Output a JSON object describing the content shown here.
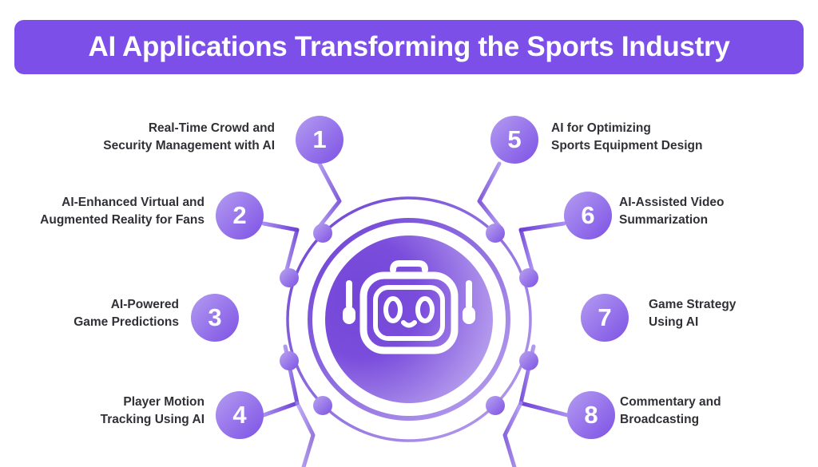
{
  "header": {
    "title": "AI Applications Transforming the Sports Industry",
    "background_color": "#7b4fe8",
    "text_color": "#ffffff"
  },
  "center": {
    "icon": "robot-head-icon",
    "disc_gradient_from": "#6b3fd4",
    "disc_gradient_to": "#bda8ef",
    "ring_color": "#8a66e6",
    "node_count": 8
  },
  "theme": {
    "accent": "#7b4fe8",
    "circle_gradient_from": "#b49cf0",
    "circle_gradient_to": "#7d52e4",
    "label_text_color": "#323036",
    "background": "#ffffff"
  },
  "items": [
    {
      "number": "1",
      "label": "Real-Time Crowd and\nSecurity Management with AI",
      "side": "left"
    },
    {
      "number": "2",
      "label": "AI-Enhanced Virtual and\nAugmented Reality for Fans",
      "side": "left"
    },
    {
      "number": "3",
      "label": "AI-Powered\nGame Predictions",
      "side": "left"
    },
    {
      "number": "4",
      "label": "Player Motion\nTracking Using AI",
      "side": "left"
    },
    {
      "number": "5",
      "label": "AI for Optimizing\nSports Equipment Design",
      "side": "right"
    },
    {
      "number": "6",
      "label": "AI-Assisted Video\nSummarization",
      "side": "right"
    },
    {
      "number": "7",
      "label": "Game Strategy\nUsing AI",
      "side": "right"
    },
    {
      "number": "8",
      "label": "Commentary and\nBroadcasting",
      "side": "right"
    }
  ]
}
